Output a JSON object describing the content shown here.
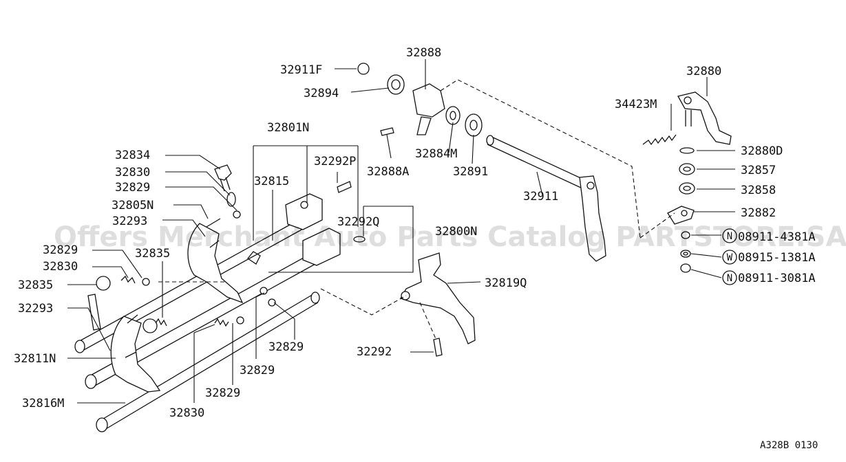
{
  "watermark": "Offers Merchant Auto Parts Catalog PARTSTORE.SA",
  "diagram_code": "A328B 0130",
  "labels": {
    "p32911F": "32911F",
    "p32888": "32888",
    "p32894": "32894",
    "p32880": "32880",
    "p34423M": "34423M",
    "p32880D": "32880D",
    "p32857": "32857",
    "p32858": "32858",
    "p32882": "32882",
    "p08911_4381A": "08911-4381A",
    "p08915_1381A": "08915-1381A",
    "p08911_3081A": "08911-3081A",
    "p32801N": "32801N",
    "p32884M": "32884M",
    "p32888A": "32888A",
    "p32891": "32891",
    "p32911": "32911",
    "p32834": "32834",
    "p32830_a": "32830",
    "p32829_a": "32829",
    "p32292P": "32292P",
    "p32815": "32815",
    "p32805N": "32805N",
    "p32293_a": "32293",
    "p32292Q": "32292Q",
    "p32800N": "32800N",
    "p32829_b": "32829",
    "p32835_a": "32835",
    "p32830_b": "32830",
    "p32835_b": "32835",
    "p32819Q": "32819Q",
    "p32293_b": "32293",
    "p32829_c": "32829",
    "p32292": "32292",
    "p32811N": "32811N",
    "p32829_d": "32829",
    "p32829_e": "32829",
    "p32816M": "32816M",
    "p32830_c": "32830"
  },
  "symbols": {
    "n_upper": "N",
    "w": "W",
    "n_lower": "N"
  }
}
